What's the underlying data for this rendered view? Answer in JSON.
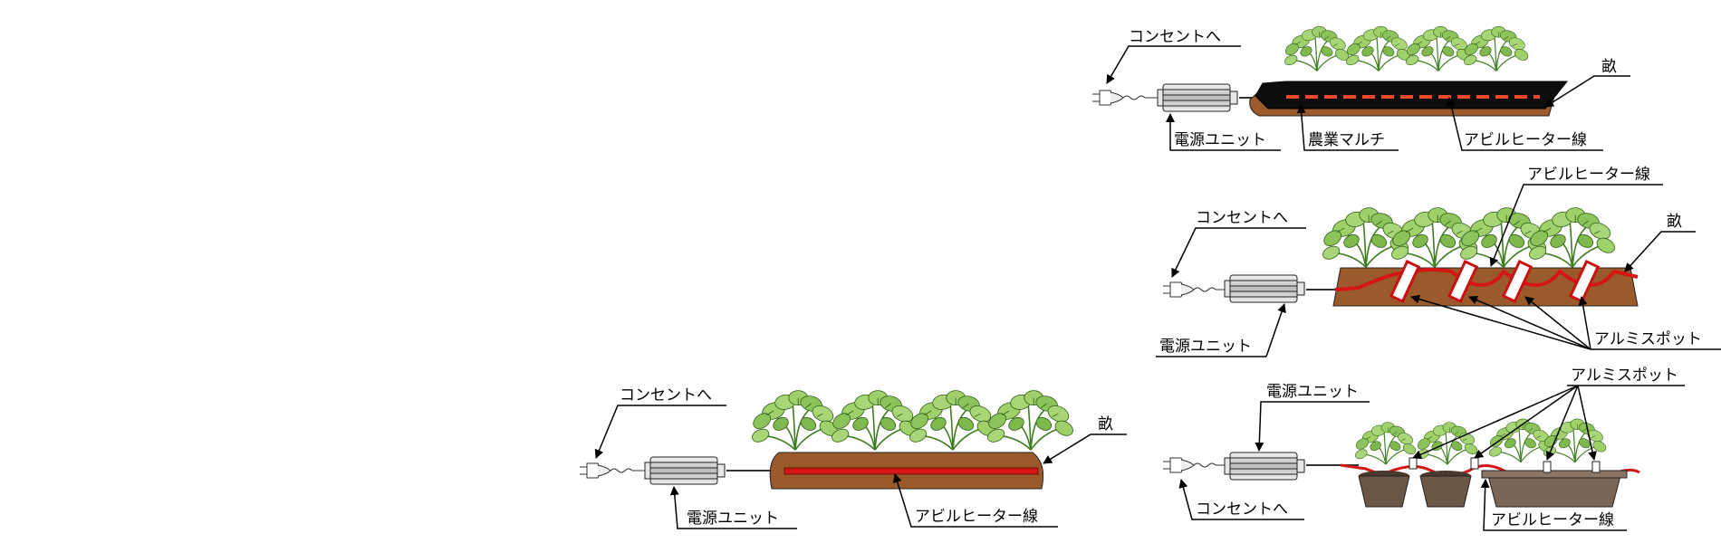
{
  "labels": {
    "outlet": "コンセントへ",
    "power_unit": "電源ユニット",
    "heater_wire": "アビルヒーター線",
    "ridge": "畝",
    "mulch": "農業マルチ",
    "aluminum_spot": "アルミスポット"
  },
  "colors": {
    "soil": "#9a5a2c",
    "soil_dark": "#6e3d1b",
    "mulch": "#0d0d0d",
    "heater": "#d41616",
    "heater_dash": "#ee4a2a",
    "leaf": "#9fd06a",
    "leaf_dark": "#4f8f2a",
    "stem": "#3f7d22",
    "unit_body": "#d7d7d7",
    "pot": "#6b5746",
    "planter": "#7a6656",
    "spot_band": "#cc1111"
  },
  "icons": [
    "plug-icon",
    "power-unit-icon",
    "strawberry-plant-icon",
    "pot-icon",
    "planter-icon",
    "arrow-icon"
  ]
}
